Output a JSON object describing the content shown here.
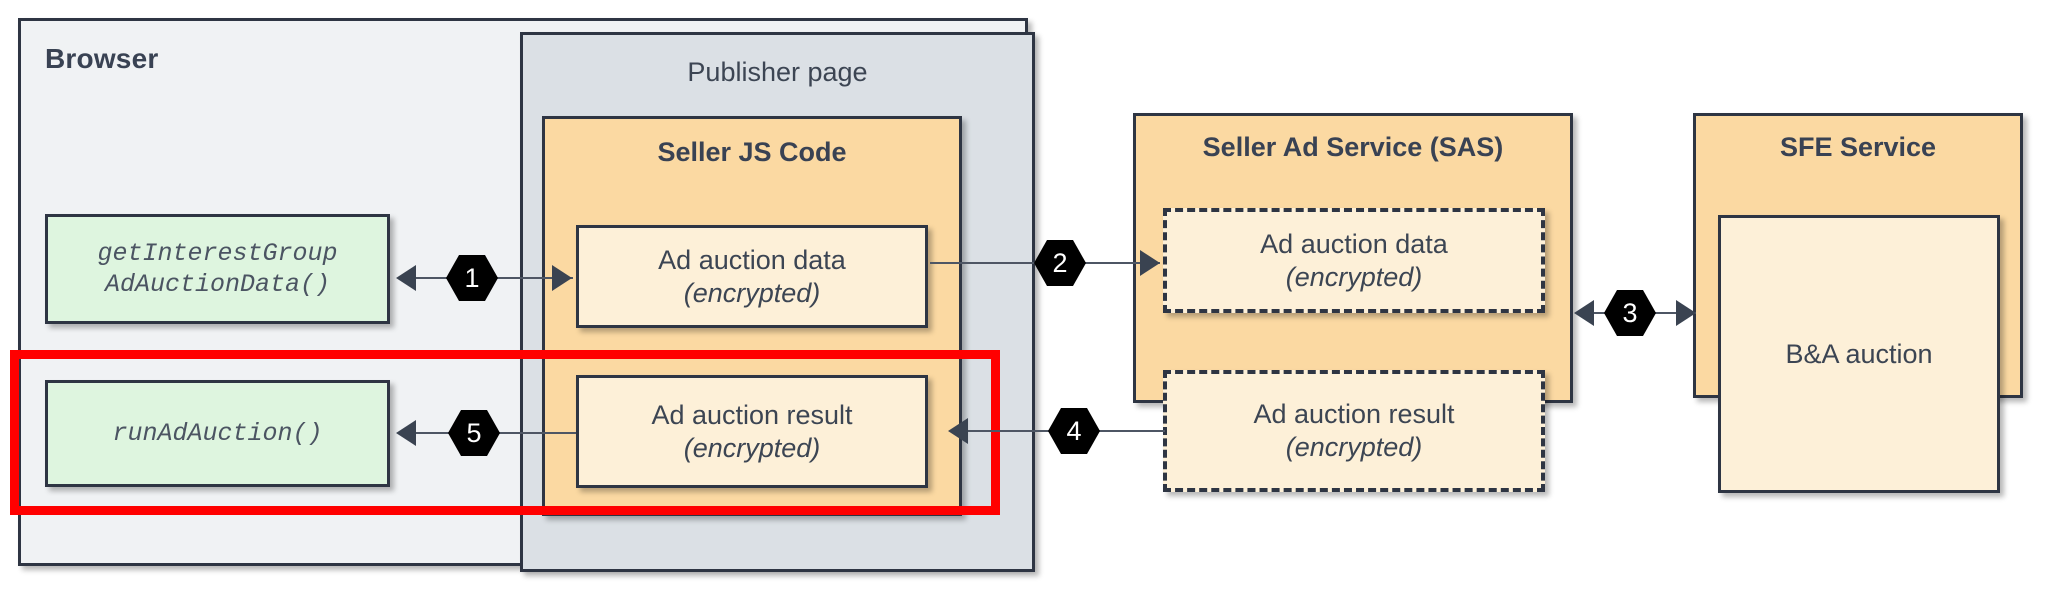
{
  "diagram": {
    "browser": {
      "title": "Browser"
    },
    "publisher": {
      "title": "Publisher page"
    },
    "seller_js": {
      "title": "Seller JS Code",
      "ad_auction_data": {
        "line1": "Ad auction data",
        "line2": "(encrypted)"
      },
      "ad_auction_result": {
        "line1": "Ad auction result",
        "line2": "(encrypted)"
      }
    },
    "api_calls": {
      "get_interest_group": "getInterestGroup\nAdAuctionData()",
      "run_ad_auction": "runAdAuction()"
    },
    "sas": {
      "title": "Seller Ad Service (SAS)",
      "ad_auction_data": {
        "line1": "Ad auction data",
        "line2": "(encrypted)"
      },
      "ad_auction_result": {
        "line1": "Ad auction result",
        "line2": "(encrypted)"
      }
    },
    "sfe": {
      "title": "SFE Service",
      "auction": "B&A auction"
    },
    "steps": [
      {
        "number": "1"
      },
      {
        "number": "2"
      },
      {
        "number": "3"
      },
      {
        "number": "4"
      },
      {
        "number": "5"
      }
    ],
    "colors": {
      "service_fill": "#FBD9A2",
      "inner_fill": "#FDF0D8",
      "api_fill": "#DEF5DF",
      "page_fill": "#DBE0E5",
      "browser_fill": "#F0F2F4",
      "stroke": "#2E3543",
      "highlight": "#FF0000",
      "badge": "#000000"
    }
  }
}
